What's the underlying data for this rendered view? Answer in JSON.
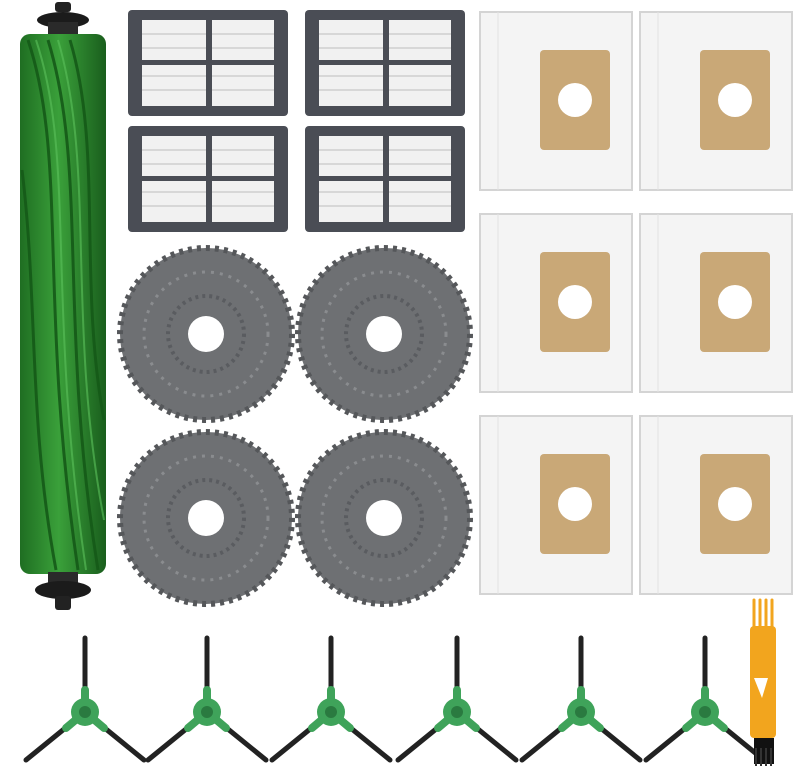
{
  "product_kit": {
    "roller_brush": {
      "count": 1,
      "color": "#2f8a2f"
    },
    "hepa_filters": {
      "count": 4,
      "color": "#4a4d55"
    },
    "mop_pads": {
      "count": 4,
      "color": "#6e7073"
    },
    "dust_bags": {
      "count": 6,
      "bag_color": "#f4f4f4",
      "collar_color": "#c9a877"
    },
    "side_brushes": {
      "count": 6,
      "hub_color": "#3fa35a",
      "bristle_color": "#222222"
    },
    "cleaning_tool": {
      "count": 1,
      "color": "#f2a51e"
    }
  }
}
